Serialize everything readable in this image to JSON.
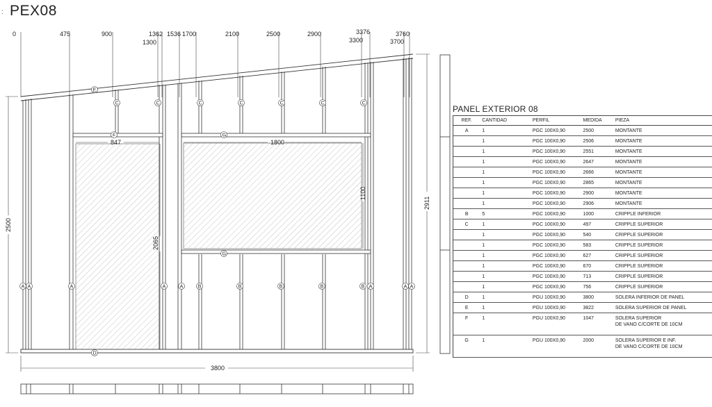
{
  "panel_code": "PEX08",
  "title_mark": ":",
  "dimensions": {
    "top": [
      "0",
      "475",
      "900",
      "1362",
      "1536",
      "1700",
      "2100",
      "2500",
      "2900",
      "3376",
      "3760"
    ],
    "top_lower": [
      "1300",
      "3300",
      "3700"
    ],
    "overall_width": "3800",
    "left_height": "2500",
    "right_height": "2911",
    "opening1_width": "847",
    "opening2_width": "1800",
    "opening2_height": "1100",
    "opening1_height": "2065"
  },
  "tags": {
    "top_plate": "E",
    "bottom_plate": "D",
    "opening_header": "F",
    "opening2_sill": "G",
    "upper_cripple": "C",
    "lower_cripple": "B",
    "stud": "A"
  },
  "schedule": {
    "title": "PANEL EXTERIOR 08",
    "headers": [
      "REF.",
      "CANTIDAD",
      "PERFIL",
      "MEDIDA",
      "PIEZA"
    ],
    "rows": [
      {
        "ref": "A",
        "qty": "1",
        "profile": "PGC 100X0,90",
        "size": "2500",
        "piece": "MONTANTE"
      },
      {
        "ref": "",
        "qty": "1",
        "profile": "PGC 100X0,90",
        "size": "2506",
        "piece": "MONTANTE"
      },
      {
        "ref": "",
        "qty": "1",
        "profile": "PGC 100X0,90",
        "size": "2551",
        "piece": "MONTANTE"
      },
      {
        "ref": "",
        "qty": "1",
        "profile": "PGC 100X0,90",
        "size": "2647",
        "piece": "MONTANTE"
      },
      {
        "ref": "",
        "qty": "1",
        "profile": "PGC 100X0,90",
        "size": "2666",
        "piece": "MONTANTE"
      },
      {
        "ref": "",
        "qty": "1",
        "profile": "PGC 100X0,90",
        "size": "2865",
        "piece": "MONTANTE"
      },
      {
        "ref": "",
        "qty": "1",
        "profile": "PGC 100X0,90",
        "size": "2900",
        "piece": "MONTANTE"
      },
      {
        "ref": "",
        "qty": "1",
        "profile": "PGC 100X0,90",
        "size": "2906",
        "piece": "MONTANTE"
      },
      {
        "ref": "B",
        "qty": "5",
        "profile": "PGC 100X0,90",
        "size": "1000",
        "piece": "CRIPPLE INFERIOR"
      },
      {
        "ref": "C",
        "qty": "1",
        "profile": "PGC 100X0,90",
        "size": "497",
        "piece": "CRIPPLE SUPERIOR"
      },
      {
        "ref": "",
        "qty": "1",
        "profile": "PGC 100X0,90",
        "size": "540",
        "piece": "CRIPPLE SUPERIOR"
      },
      {
        "ref": "",
        "qty": "1",
        "profile": "PGC 100X0,90",
        "size": "583",
        "piece": "CRIPPLE SUPERIOR"
      },
      {
        "ref": "",
        "qty": "1",
        "profile": "PGC 100X0,90",
        "size": "627",
        "piece": "CRIPPLE SUPERIOR"
      },
      {
        "ref": "",
        "qty": "1",
        "profile": "PGC 100X0,90",
        "size": "670",
        "piece": "CRIPPLE SUPERIOR"
      },
      {
        "ref": "",
        "qty": "1",
        "profile": "PGC 100X0,90",
        "size": "713",
        "piece": "CRIPPLE SUPERIOR"
      },
      {
        "ref": "",
        "qty": "1",
        "profile": "PGC 100X0,90",
        "size": "756",
        "piece": "CRIPPLE SUPERIOR"
      },
      {
        "ref": "D",
        "qty": "1",
        "profile": "PGU 100X0,90",
        "size": "3800",
        "piece": "SOLERA INFERIOR DE PANEL"
      },
      {
        "ref": "E",
        "qty": "1",
        "profile": "PGU 100X0,90",
        "size": "3822",
        "piece": "SOLERA SUPERIOR DE PANEL"
      },
      {
        "ref": "F",
        "qty": "1",
        "profile": "PGU 100X0,90",
        "size": "1047",
        "piece": "SOLERA SUPERIOR\nDE VANO C/CORTE DE 10CM"
      },
      {
        "ref": "G",
        "qty": "1",
        "profile": "PGU 100X0,90",
        "size": "2000",
        "piece": "SOLERA SUPERIOR E INF.\nDE VANO C/CORTE DE 10CM"
      }
    ]
  },
  "colors": {
    "line": "#333333",
    "hatch": "#9a9a9a",
    "table_line": "#444444"
  }
}
